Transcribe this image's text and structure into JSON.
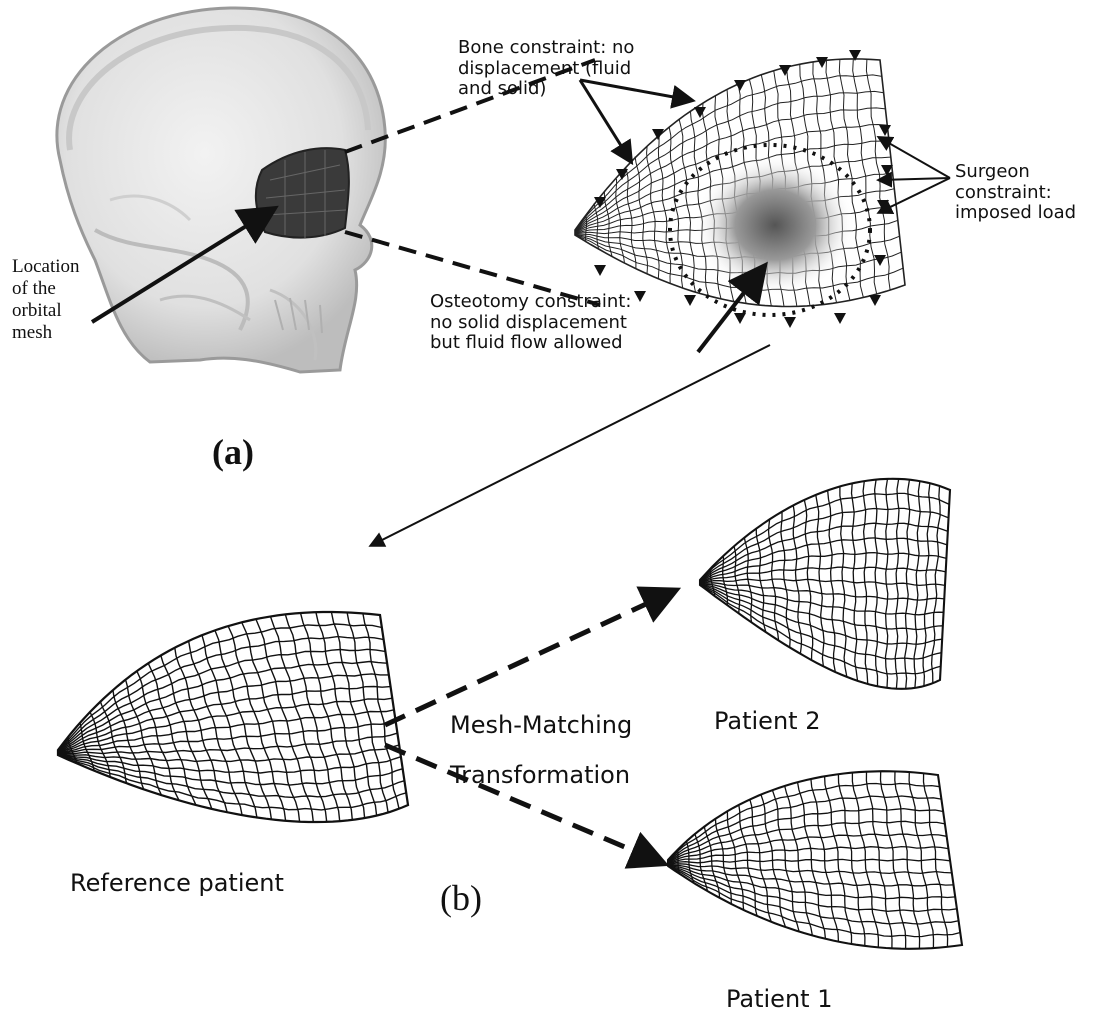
{
  "figure": {
    "panel_a": {
      "label": "(a)",
      "location_label": [
        "Location",
        "of the",
        "orbital",
        "mesh"
      ],
      "bone_constraint": [
        "Bone constraint: no",
        "displacement (fluid",
        "and solid)"
      ],
      "surgeon_constraint": [
        "Surgeon",
        "constraint:",
        "imposed load"
      ],
      "osteotomy_constraint": [
        "Osteotomy constraint:",
        "no solid displacement",
        "but fluid flow allowed"
      ]
    },
    "panel_b": {
      "label": "(b)",
      "reference_label": "Reference patient",
      "transform_label": [
        "Mesh-Matching",
        "Transformation"
      ],
      "patient2_label": "Patient 2",
      "patient1_label": "Patient 1"
    }
  },
  "colors": {
    "ink": "#111111",
    "skull_fill": "#e4e4e4",
    "orbit_fill": "#3a3a3a",
    "mesh_line": "#111111",
    "shade": "#9a9a9a"
  }
}
